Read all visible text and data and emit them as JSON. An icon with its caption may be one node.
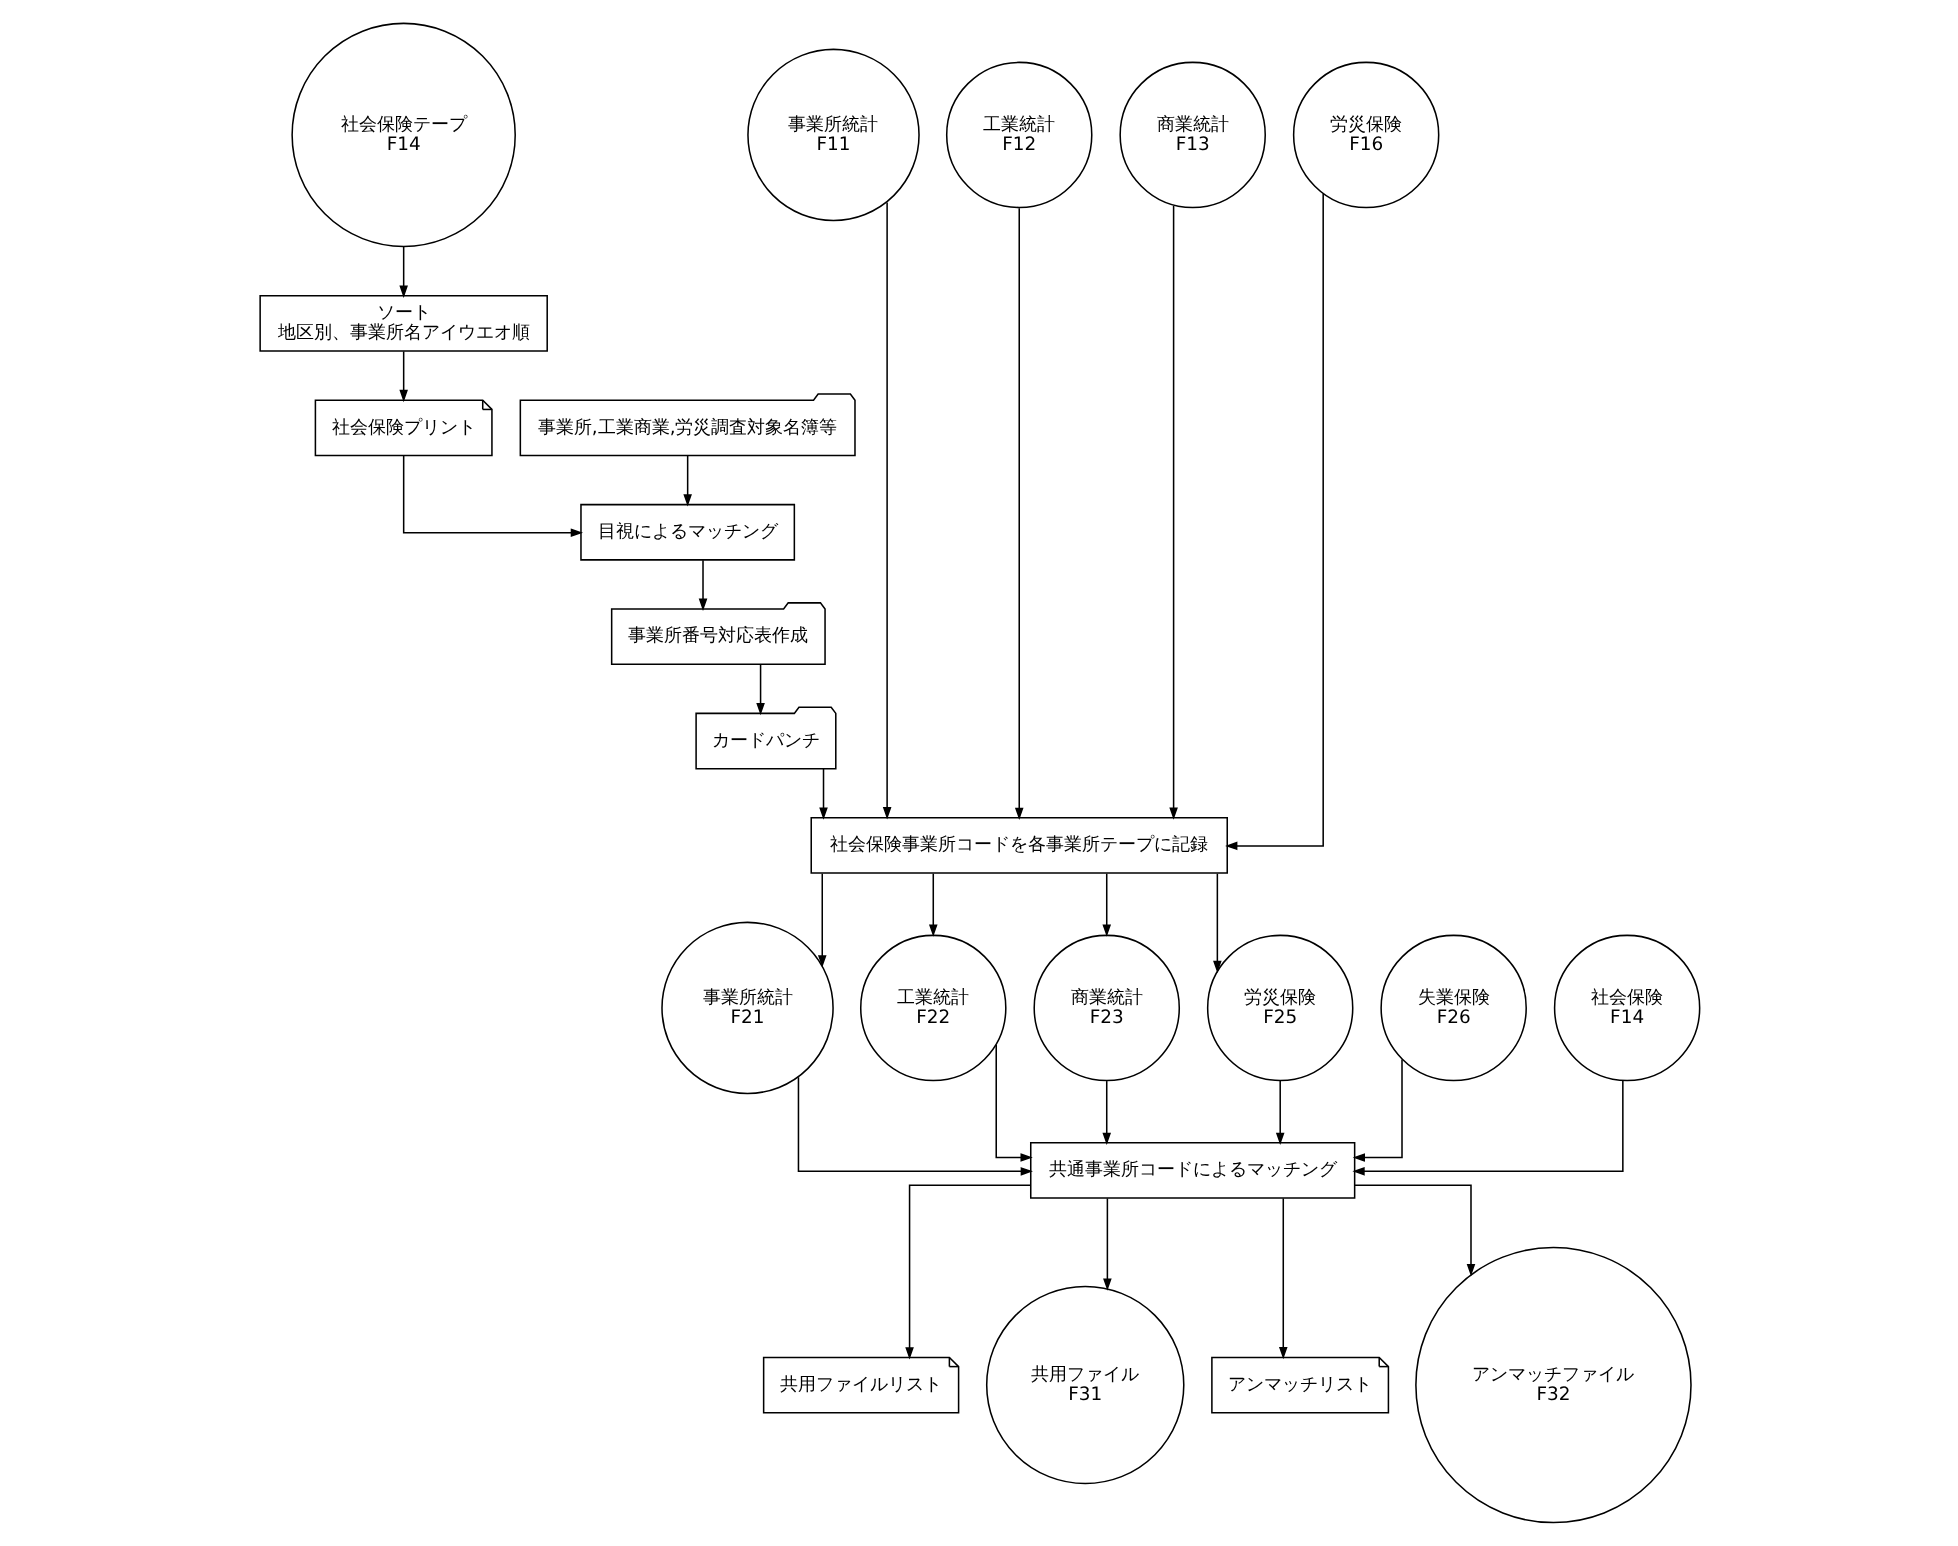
{
  "diagram": {
    "nodes": [
      {
        "text": [
          "社会保険テープ",
          "F14"
        ]
      },
      {
        "text": [
          "ソート",
          "地区別、事業所名アイウエオ順"
        ]
      },
      {
        "text": [
          "社会保険プリント"
        ]
      },
      {
        "text": [
          "事業所,工業商業,労災調査対象名簿等"
        ]
      },
      {
        "text": [
          "目視によるマッチング"
        ]
      },
      {
        "text": [
          "事業所番号対応表作成"
        ]
      },
      {
        "text": [
          "カードパンチ"
        ]
      },
      {
        "text": [
          "事業所統計",
          "F11"
        ]
      },
      {
        "text": [
          "工業統計",
          "F12"
        ]
      },
      {
        "text": [
          "商業統計",
          "F13"
        ]
      },
      {
        "text": [
          "労災保険",
          "F16"
        ]
      },
      {
        "text": [
          "社会保険事業所コードを各事業所テープに記録"
        ]
      },
      {
        "text": [
          "事業所統計",
          "F21"
        ]
      },
      {
        "text": [
          "工業統計",
          "F22"
        ]
      },
      {
        "text": [
          "商業統計",
          "F23"
        ]
      },
      {
        "text": [
          "労災保険",
          "F25"
        ]
      },
      {
        "text": [
          "失業保険",
          "F26"
        ]
      },
      {
        "text": [
          "社会保険",
          "F14"
        ]
      },
      {
        "text": [
          "共通事業所コードによるマッチング"
        ]
      },
      {
        "text": [
          "共用ファイルリスト"
        ]
      },
      {
        "text": [
          "共用ファイル",
          "F31"
        ]
      },
      {
        "text": [
          "アンマッチリスト"
        ]
      },
      {
        "text": [
          "アンマッチファイル",
          "F32"
        ]
      }
    ],
    "edges": [
      {
        "from": 0,
        "to": 1,
        "arrow": "to"
      },
      {
        "from": 1,
        "to": 2,
        "arrow": "to"
      },
      {
        "from": 2,
        "to": 4,
        "arrow": "to"
      },
      {
        "from": 3,
        "to": 4,
        "arrow": "to"
      },
      {
        "from": 4,
        "to": 5,
        "arrow": "to"
      },
      {
        "from": 5,
        "to": 6,
        "arrow": "to"
      },
      {
        "from": 6,
        "to": 11,
        "arrow": "to"
      },
      {
        "from": 7,
        "to": 11,
        "arrow": "to"
      },
      {
        "from": 8,
        "to": 11,
        "arrow": "to"
      },
      {
        "from": 9,
        "to": 11,
        "arrow": "to"
      },
      {
        "from": 10,
        "to": 11,
        "arrow": "to"
      },
      {
        "from": 11,
        "to": 12,
        "arrow": "to"
      },
      {
        "from": 11,
        "to": 13,
        "arrow": "to"
      },
      {
        "from": 11,
        "to": 14,
        "arrow": "to"
      },
      {
        "from": 11,
        "to": 15,
        "arrow": "to"
      },
      {
        "from": 12,
        "to": 18,
        "arrow": "to"
      },
      {
        "from": 13,
        "to": 18,
        "arrow": "to"
      },
      {
        "from": 14,
        "to": 18,
        "arrow": "to"
      },
      {
        "from": 15,
        "to": 18,
        "arrow": "to"
      },
      {
        "from": 16,
        "to": 18,
        "arrow": "to"
      },
      {
        "from": 17,
        "to": 18,
        "arrow": "to"
      },
      {
        "from": 18,
        "to": 19,
        "arrow": "to"
      },
      {
        "from": 18,
        "to": 20,
        "arrow": "to"
      },
      {
        "from": 18,
        "to": 21,
        "arrow": "to"
      },
      {
        "from": 18,
        "to": 22,
        "arrow": "to"
      }
    ]
  }
}
